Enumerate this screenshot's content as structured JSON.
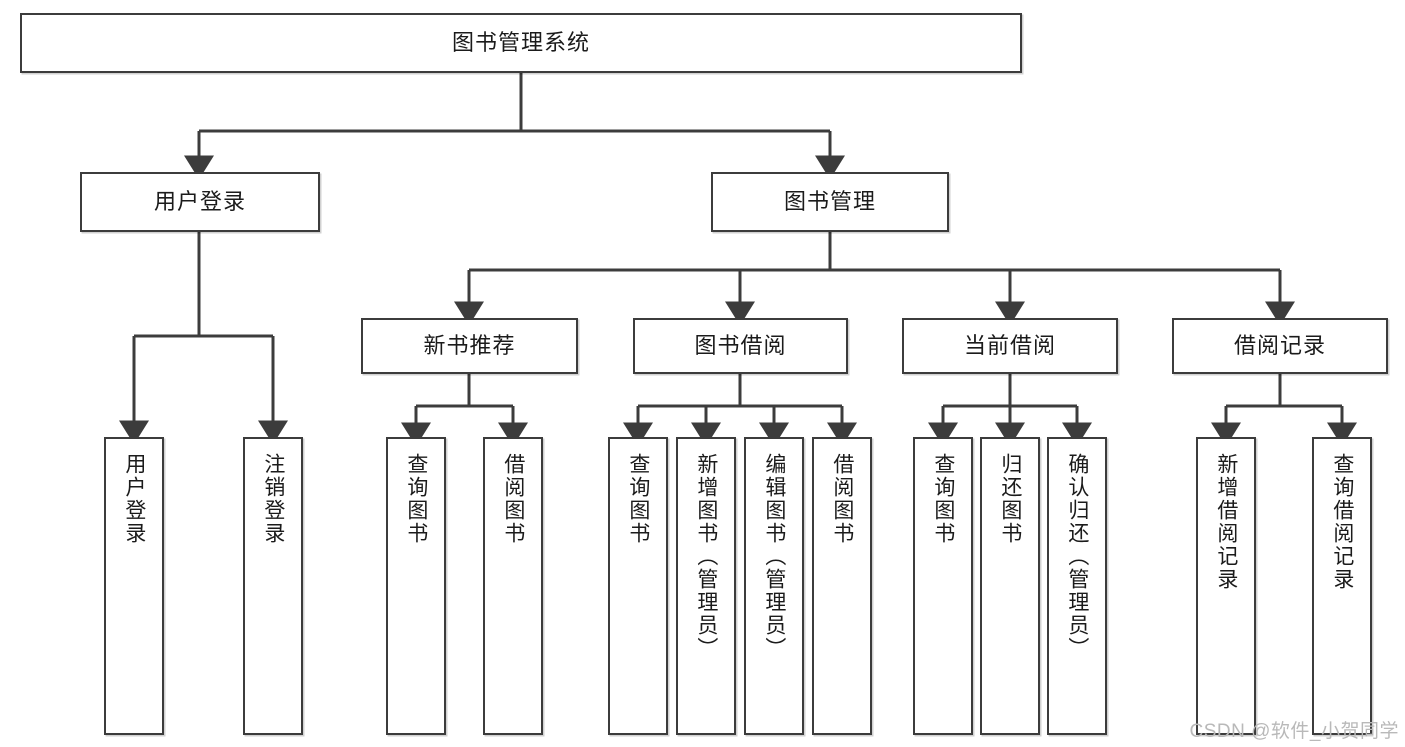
{
  "diagram": {
    "title_node": {
      "label": "图书管理系统"
    },
    "level2": [
      {
        "label": "用户登录"
      },
      {
        "label": "图书管理"
      }
    ],
    "level3": [
      {
        "label": "新书推荐"
      },
      {
        "label": "图书借阅"
      },
      {
        "label": "当前借阅"
      },
      {
        "label": "借阅记录"
      }
    ],
    "leaves": {
      "user_login": [
        {
          "label": "用户登录"
        },
        {
          "label": "注销登录"
        }
      ],
      "new_book": [
        {
          "label": "查询图书"
        },
        {
          "label": "借阅图书"
        }
      ],
      "book_borrow": [
        {
          "label": "查询图书"
        },
        {
          "label": "新增图书（管理员）"
        },
        {
          "label": "编辑图书（管理员）"
        },
        {
          "label": "借阅图书"
        }
      ],
      "current_borrow": [
        {
          "label": "查询图书"
        },
        {
          "label": "归还图书"
        },
        {
          "label": "确认归还（管理员）"
        }
      ],
      "borrow_record": [
        {
          "label": "新增借阅记录"
        },
        {
          "label": "查询借阅记录"
        }
      ]
    }
  },
  "watermark": {
    "text": "CSDN @软件_小贺同学"
  },
  "colors": {
    "stroke": "#3c3c3c",
    "background": "#ffffff",
    "text": "#1b1b1b",
    "watermark": "#b9b9b9"
  }
}
